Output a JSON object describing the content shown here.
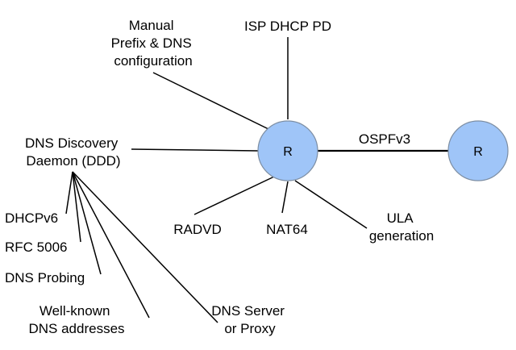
{
  "colors": {
    "node_fill": "#9fc5f8",
    "node_stroke": "#7d8ea3",
    "line": "#000000",
    "background": "#ffffff"
  },
  "nodes": {
    "router_main": {
      "label": "R"
    },
    "router_peer": {
      "label": "R"
    }
  },
  "labels": {
    "manual_config": [
      "Manual",
      "Prefix & DNS",
      "configuration"
    ],
    "isp_dhcp_pd": "ISP DHCP PD",
    "ddd": [
      "DNS Discovery",
      "Daemon (DDD)"
    ],
    "ospfv3": "OSPFv3",
    "radvd": "RADVD",
    "nat64": "NAT64",
    "ula": [
      "ULA",
      "generation"
    ],
    "dhcpv6": "DHCPv6",
    "rfc5006": "RFC 5006",
    "dns_probing": "DNS Probing",
    "well_known": [
      "Well-known",
      "DNS addresses"
    ],
    "dns_server": [
      "DNS Server",
      "or Proxy"
    ]
  }
}
